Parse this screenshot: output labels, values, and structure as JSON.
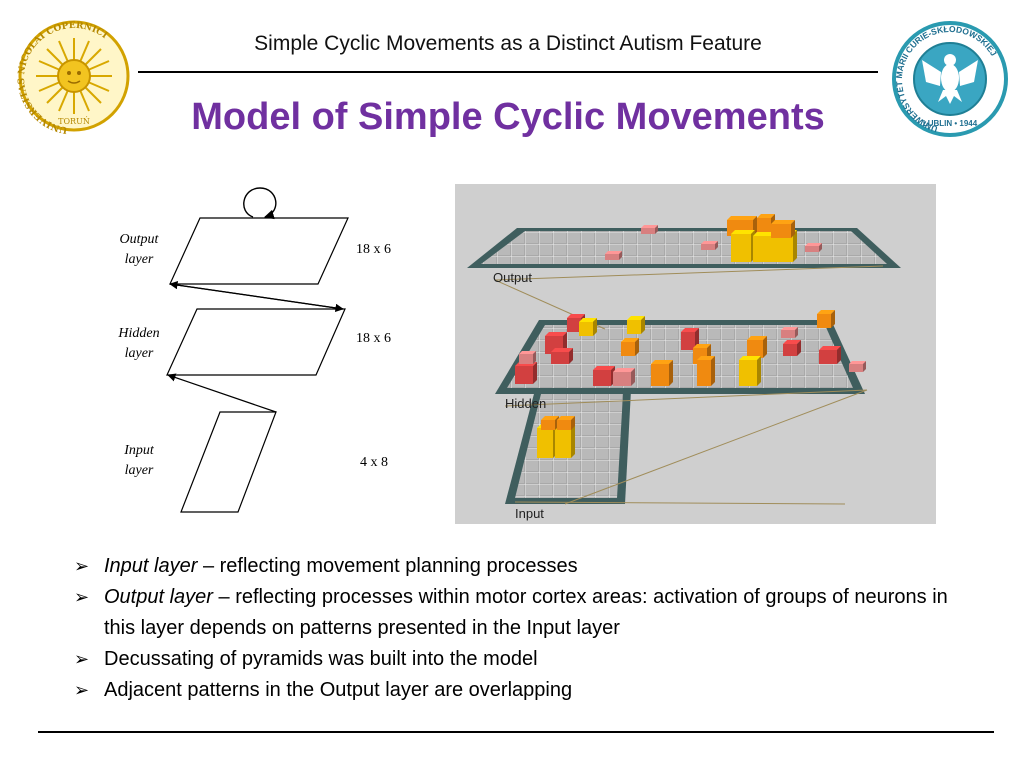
{
  "header": {
    "running_title": "Simple Cyclic Movements as a Distinct Autism Feature",
    "slide_title": "Model of Simple Cyclic Movements"
  },
  "logos": {
    "left_text": "UNIVERSITAS NICOLAI COPERNICI",
    "left_city": "TORUŃ",
    "right_text": "UNIWERSYTET MARII CURIE-SKŁODOWSKIEJ",
    "right_city": "LUBLIN • 1944"
  },
  "diagram": {
    "output_label": [
      "Output",
      "layer"
    ],
    "hidden_label": [
      "Hidden",
      "layer"
    ],
    "input_label": [
      "Input",
      "layer"
    ],
    "output_size": "18 x 6",
    "hidden_size": "18 x 6",
    "input_size": "4 x 8"
  },
  "render": {
    "output_label": "Output",
    "hidden_label": "Hidden",
    "input_label": "Input",
    "colors": {
      "panel": "#cfcfcf",
      "border": "#3f5e5e",
      "grid": "#b0b0b0",
      "yellow": "#f0c000",
      "orange": "#f08a10",
      "red": "#d24040",
      "pink": "#d88080"
    }
  },
  "bullets": [
    {
      "lead": "Input layer",
      "text": " – reflecting movement planning processes"
    },
    {
      "lead": "Output layer",
      "text": " – reflecting processes within motor cortex areas: activation of groups of neurons in this layer depends on patterns presented in the Input layer"
    },
    {
      "lead": "",
      "text": "Decussating of pyramids was built into the model"
    },
    {
      "lead": "",
      "text": "Adjacent patterns in the Output layer are overlapping"
    }
  ]
}
